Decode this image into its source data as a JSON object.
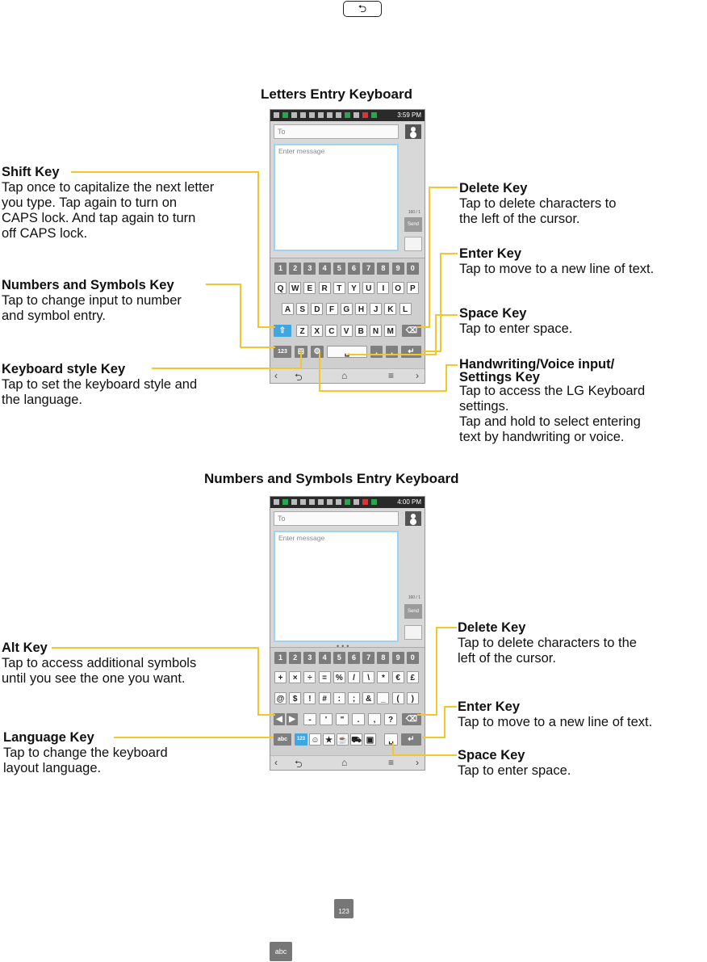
{
  "top_icon": "back-key-icon",
  "keyboard1": {
    "title": "Letters Entry Keyboard",
    "status_time": "3:59 PM",
    "to_placeholder": "To",
    "message_placeholder": "Enter message",
    "char_count": "160 / 1",
    "send_label": "Send",
    "number_row": [
      "1",
      "2",
      "3",
      "4",
      "5",
      "6",
      "7",
      "8",
      "9",
      "0"
    ],
    "row1": [
      "Q",
      "W",
      "E",
      "R",
      "T",
      "Y",
      "U",
      "I",
      "O",
      "P"
    ],
    "row2": [
      "A",
      "S",
      "D",
      "F",
      "G",
      "H",
      "J",
      "K",
      "L"
    ],
    "row3": [
      "Z",
      "X",
      "C",
      "V",
      "B",
      "N",
      "M"
    ],
    "comma": ",",
    "sym_key_label": "123",
    "annotations_left": [
      {
        "title": "Shift Key",
        "desc": "Tap once to capitalize the next letter\nyou type. Tap again to turn on\nCAPS lock. And tap again to turn\noff CAPS lock."
      },
      {
        "title": "Numbers and Symbols Key",
        "desc": "Tap to change input to number\nand symbol entry."
      },
      {
        "title": "Keyboard style Key",
        "desc": "Tap to set the keyboard style and\nthe  language."
      }
    ],
    "annotations_right": [
      {
        "title": "Delete Key",
        "desc": "Tap to delete characters to\nthe left of the cursor."
      },
      {
        "title": "Enter Key",
        "desc": "Tap to move to a new line of text."
      },
      {
        "title": "Space Key",
        "desc": "Tap to enter space."
      },
      {
        "title": "Handwriting/Voice input/\nSettings Key",
        "desc": "Tap to access the LG Keyboard\nsettings.\nTap and hold to select entering\ntext by handwriting or voice."
      }
    ]
  },
  "keyboard2": {
    "title": "Numbers and Symbols Entry Keyboard",
    "status_time": "4:00 PM",
    "to_placeholder": "To",
    "message_placeholder": "Enter message",
    "char_count": "160 / 1",
    "send_label": "Send",
    "number_row": [
      "1",
      "2",
      "3",
      "4",
      "5",
      "6",
      "7",
      "8",
      "9",
      "0"
    ],
    "row1": [
      "+",
      "×",
      "÷",
      "=",
      "%",
      "/",
      "\\",
      "*",
      "€",
      "£"
    ],
    "row2": [
      "@",
      "$",
      "!",
      "#",
      ":",
      ";",
      "&",
      "_",
      "(",
      ")"
    ],
    "row3": [
      "-",
      "'",
      "\"",
      ".",
      ",",
      "?"
    ],
    "abc_label": "abc",
    "mode_label": "123",
    "annotations_left": [
      {
        "title": "Alt Key",
        "desc": "Tap to access additional symbols\nuntil you see the one you want."
      },
      {
        "title": "Language Key",
        "desc": "Tap to change the keyboard\nlayout language."
      }
    ],
    "annotations_right": [
      {
        "title": "Delete Key",
        "desc": "Tap to delete characters to the\nleft of the cursor."
      },
      {
        "title": "Enter Key",
        "desc": "Tap to move to a new line of text."
      },
      {
        "title": "Space Key",
        "desc": "Tap to enter space."
      }
    ]
  },
  "bottom_icons": {
    "sym_icon_label": "123",
    "abc_icon_label": "abc"
  },
  "accent_color": "#f3c62a"
}
